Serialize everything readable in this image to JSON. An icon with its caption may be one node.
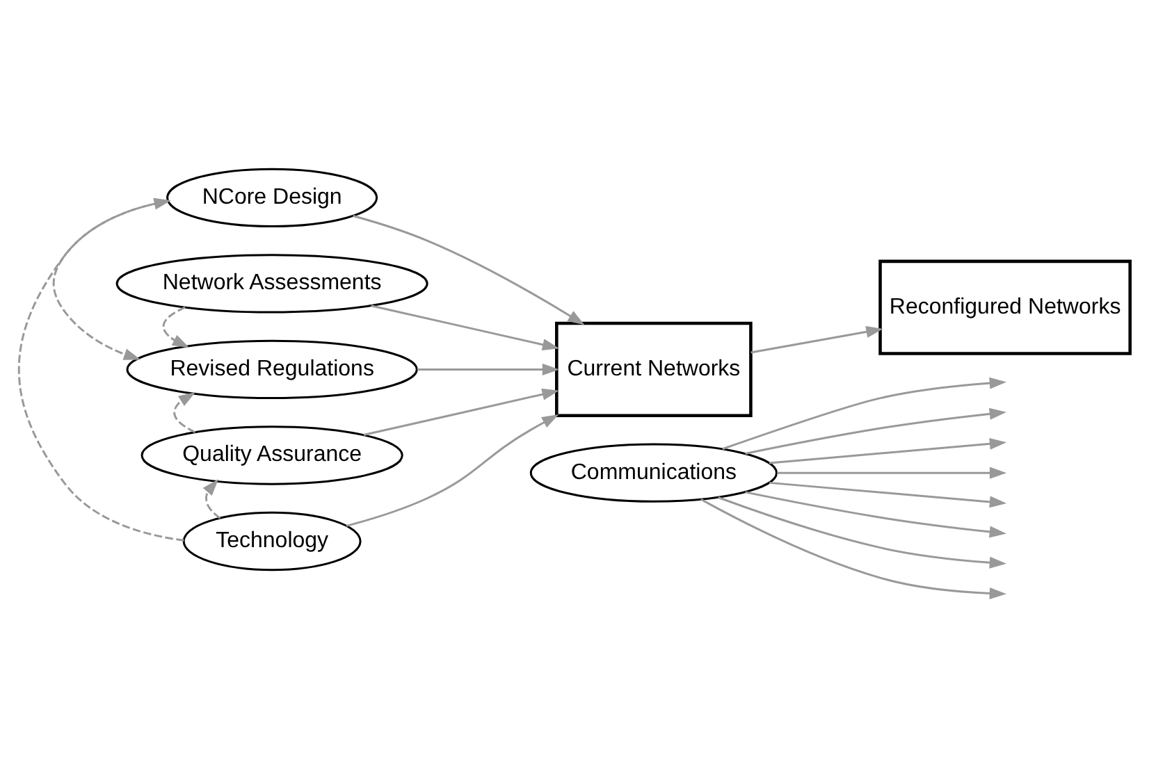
{
  "diagram": {
    "nodes": [
      {
        "text": [
          "NCore Design"
        ]
      },
      {
        "text": [
          "Network Assessments"
        ]
      },
      {
        "text": [
          "Revised Regulations"
        ]
      },
      {
        "text": [
          "Quality Assurance"
        ]
      },
      {
        "text": [
          "Technology"
        ]
      },
      {
        "text": [
          "Current Networks"
        ]
      },
      {
        "text": [
          "Reconfigured Networks"
        ]
      },
      {
        "text": [
          "Communications"
        ]
      }
    ],
    "edges": [
      {
        "from": 0,
        "to": 5,
        "arrow": "to"
      },
      {
        "from": 1,
        "to": 5,
        "arrow": "to"
      },
      {
        "from": 2,
        "to": 5,
        "arrow": "to"
      },
      {
        "from": 3,
        "to": 5,
        "arrow": "to"
      },
      {
        "from": 4,
        "to": 5,
        "arrow": "to"
      },
      {
        "from": 5,
        "to": 6,
        "arrow": "to"
      },
      {
        "from": 4,
        "to": 0,
        "arrow": "to",
        "style": "dashed"
      },
      {
        "from": 1,
        "to": 2,
        "arrow": "to",
        "style": "dashed"
      },
      {
        "from": 0,
        "to": 2,
        "arrow": "to",
        "style": "dashed"
      },
      {
        "from": 3,
        "to": 2,
        "arrow": "to",
        "style": "dashed"
      },
      {
        "from": 4,
        "to": 3,
        "arrow": "to",
        "style": "dashed"
      },
      {
        "from": 7,
        "to": null,
        "arrow": "to"
      },
      {
        "from": 7,
        "to": null,
        "arrow": "to"
      },
      {
        "from": 7,
        "to": null,
        "arrow": "to"
      },
      {
        "from": 7,
        "to": null,
        "arrow": "to"
      },
      {
        "from": 7,
        "to": null,
        "arrow": "to"
      },
      {
        "from": 7,
        "to": null,
        "arrow": "to"
      },
      {
        "from": 7,
        "to": null,
        "arrow": "to"
      },
      {
        "from": 7,
        "to": null,
        "arrow": "to"
      }
    ]
  }
}
